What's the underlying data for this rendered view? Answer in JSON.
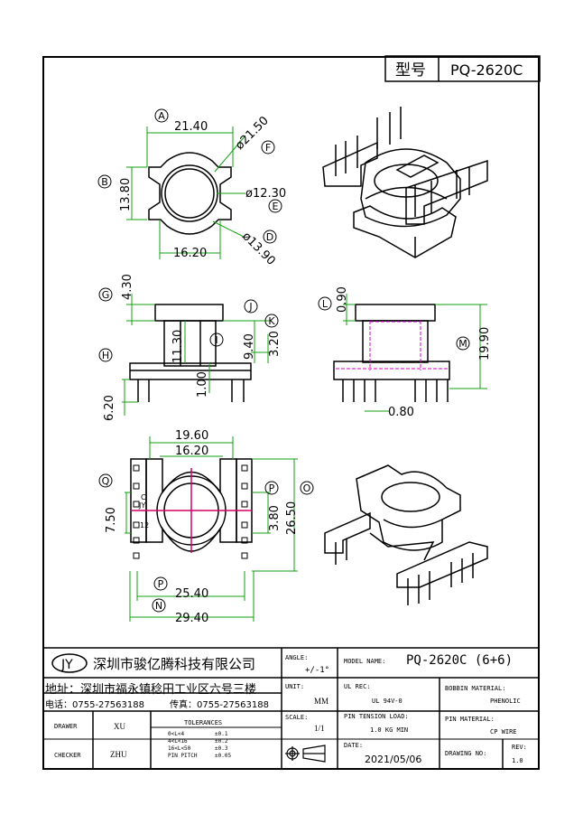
{
  "header": {
    "type_label": "型号",
    "model": "PQ-2620C"
  },
  "top_view": {
    "dim_a": "21.40",
    "dim_b": "13.80",
    "dim_c": "16.20",
    "dim_d": "ø13.90",
    "dim_e": "ø12.30",
    "dim_f": "ø21.50",
    "letters": [
      "A",
      "B",
      "D",
      "E",
      "F"
    ]
  },
  "side_view": {
    "dim_g": "4.30",
    "dim_i": "11.30",
    "dim_j": "9.40",
    "dim_k": "3.20",
    "dim_h": "6.20",
    "dim_bot": "1.00",
    "letters": [
      "G",
      "H",
      "I",
      "J",
      "K"
    ]
  },
  "front_view": {
    "dim_l": "0.90",
    "dim_m": "19.90",
    "dim_pin": "0.80",
    "letters": [
      "L",
      "M"
    ]
  },
  "bottom_view": {
    "dim_top1": "19.60",
    "dim_top2": "16.20",
    "dim_q": "7.50",
    "dim_p": "3.80",
    "dim_o": "26.50",
    "dim_p2": "25.40",
    "dim_n": "29.40",
    "mark_c": "C",
    "mark_jy": "JY",
    "mark_12": "12",
    "letters": [
      "Q",
      "P",
      "O",
      "P",
      "N"
    ]
  },
  "titleblock": {
    "logo": "JY",
    "company": "深圳市骏亿腾科技有限公司",
    "address": "地址：深圳市福永镇稔田工业区六号三楼",
    "phone": "电话：0755-27563188",
    "fax": "传真：0755-27563188",
    "angle_label": "ANGLE:",
    "angle_value": "+/-1°",
    "model_name_label": "MODEL NAME:",
    "model_name_value": "PQ-2620C (6+6)",
    "unit_label": "UNIT:",
    "unit_value": "MM",
    "ul_label": "UL REC:",
    "ul_value": "UL 94V-0",
    "bobbin_label": "BOBBIN MATERIAL:",
    "bobbin_value": "PHENOLIC",
    "drawer_label": "DRAWER",
    "drawer_value": "XU",
    "tolerances_label": "TOLERANCES",
    "tol_rows": [
      "0<L<4",
      "4<L<16",
      "16<L<50",
      "PIN PITCH"
    ],
    "tol_vals": [
      "±0.1",
      "±0.2",
      "±0.3",
      "±0.05"
    ],
    "scale_label": "SCALE:",
    "scale_value": "1/1",
    "pin_tension_label": "PIN TENSION LOAD:",
    "pin_tension_value": "1.0 KG MIN",
    "pin_material_label": "PIN MATERIAL:",
    "pin_material_value": "CP WIRE",
    "checker_label": "CHECKER",
    "checker_value": "ZHU",
    "date_label": "DATE:",
    "date_value": "2021/05/06",
    "drawing_no_label": "DRAWING NO:",
    "rev_label": "REV:",
    "rev_value": "1.0"
  }
}
